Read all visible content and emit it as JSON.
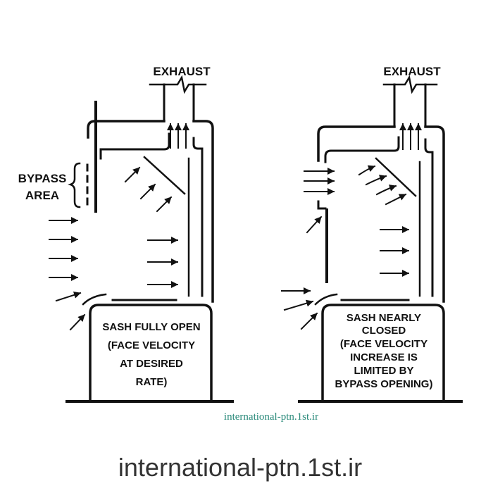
{
  "left_panel": {
    "exhaust_label": "EXHAUST",
    "bypass_label_1": "BYPASS",
    "bypass_label_2": "AREA",
    "caption_lines": [
      "SASH FULLY OPEN",
      "(FACE VELOCITY",
      "AT DESIRED",
      "RATE)"
    ]
  },
  "right_panel": {
    "exhaust_label": "EXHAUST",
    "caption_lines": [
      "SASH NEARLY",
      "CLOSED",
      "(FACE VELOCITY",
      "INCREASE IS",
      "LIMITED BY",
      "BYPASS OPENING)"
    ]
  },
  "watermark_small": "international-ptn.1st.ir",
  "watermark_large": "international-ptn.1st.ir"
}
